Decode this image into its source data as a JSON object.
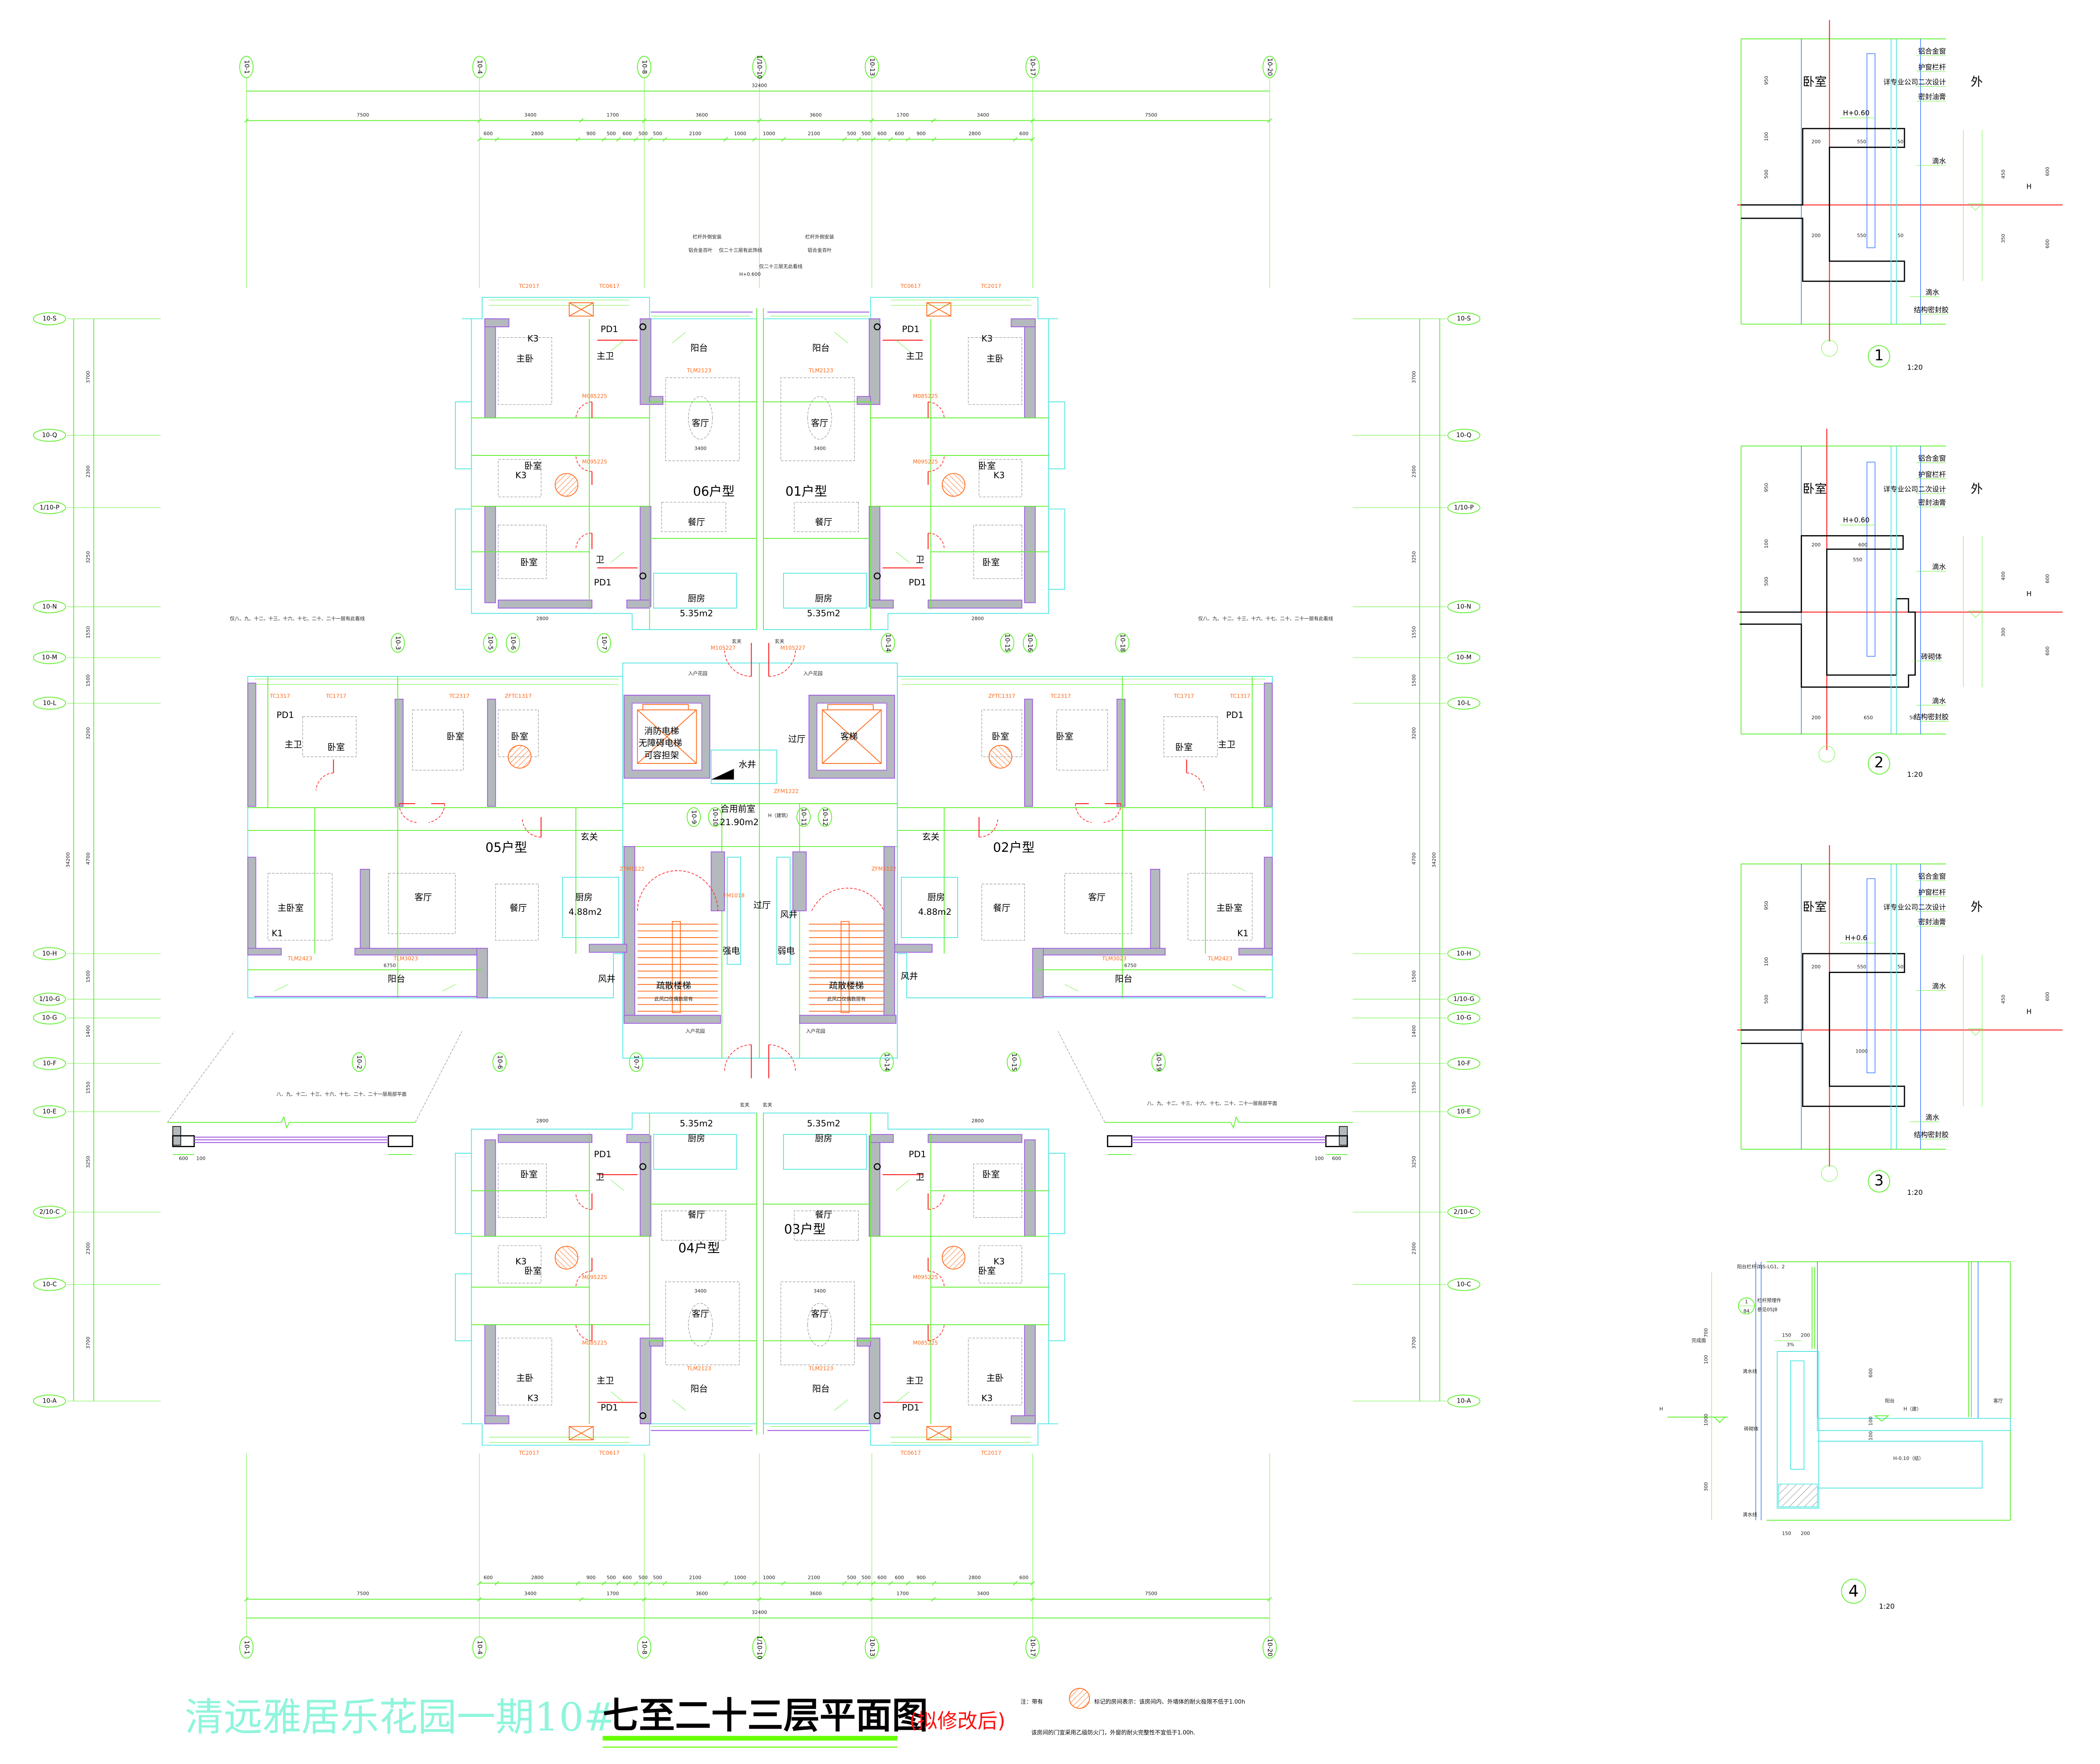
{
  "title": {
    "project": "清远雅居乐花园一期10#",
    "drawing": "七至二十三层平面图",
    "status": "(拟修改后)"
  },
  "notes": {
    "prefix": "注：带有",
    "line1": "标记的房间表示：该房间内、外墙体的耐火极限不低于1.00h",
    "line2": "该房间的门宜采用乙级防火门，外窗的耐火完整性不宜低于1.00h."
  },
  "axes": {
    "top": [
      "10-1",
      "10-4",
      "10-8",
      "1/10-10",
      "10-13",
      "10-17",
      "10-20"
    ],
    "left": [
      "10-S",
      "10-Q",
      "1/10-P",
      "10-N",
      "10-M",
      "10-L",
      "10-H",
      "1/10-G",
      "10-G",
      "10-F",
      "10-E",
      "2/10-C",
      "10-C",
      "10-A"
    ],
    "plan_upper": [
      "10-3",
      "10-5",
      "10-6",
      "10-7",
      "10-14",
      "10-15",
      "10-16",
      "10-18"
    ],
    "plan_lower": [
      "10-2",
      "10-6",
      "10-7",
      "10-14",
      "10-15",
      "10-19"
    ],
    "lobby": [
      "10-9",
      "10-10",
      "10-11",
      "10-12"
    ]
  },
  "dimensions": {
    "overall_horizontal": "32400",
    "bays": [
      "7500",
      "3400",
      "1700",
      "3600",
      "3600",
      "1700",
      "3400",
      "7500"
    ],
    "sub": [
      "600",
      "2800",
      "900",
      "500",
      "600",
      "500",
      "500",
      "2100",
      "1000",
      "1000",
      "2100",
      "500",
      "500",
      "600",
      "600",
      "900",
      "2800",
      "600"
    ],
    "overall_vertical": "34200",
    "vertical": [
      "3700",
      "2300",
      "3250",
      "1550",
      "1500",
      "3200",
      "4700",
      "1500",
      "1400",
      "1550",
      "3250",
      "2300",
      "3700"
    ]
  },
  "units": {
    "u06": {
      "label": "06户型",
      "rooms": [
        "主卧",
        "主卫",
        "PD1",
        "阳台",
        "TLM2123",
        "客厅",
        "卧室",
        "卧室",
        "卫",
        "PD1",
        "餐厅",
        "厨房",
        "5.35m2",
        "TC2017",
        "TC0617",
        "M085225",
        "M095225",
        "K3",
        "K3",
        "3400",
        "2800"
      ]
    },
    "u01": {
      "label": "01户型",
      "rooms": [
        "主卧",
        "主卫",
        "PD1",
        "阳台",
        "TLM2123",
        "客厅",
        "卧室",
        "卧室",
        "卫",
        "PD1",
        "餐厅",
        "厨房",
        "5.35m2",
        "TC2017",
        "TC0617",
        "M085225",
        "M095225",
        "K3",
        "K3",
        "3400",
        "2800"
      ]
    },
    "u04": {
      "label": "04户型",
      "rooms": [
        "主卧",
        "主卫",
        "PD1",
        "阳台",
        "TLM2123",
        "客厅",
        "卧室",
        "卧室",
        "卫",
        "PD1",
        "餐厅",
        "厨房",
        "5.35m2",
        "TC2017",
        "TC0617",
        "M085225",
        "M095225",
        "K3",
        "K3",
        "3400",
        "2800"
      ]
    },
    "u03": {
      "label": "03户型",
      "rooms": [
        "主卧",
        "主卫",
        "PD1",
        "阳台",
        "TLM2123",
        "客厅",
        "卧室",
        "卧室",
        "卫",
        "PD1",
        "餐厅",
        "厨房",
        "5.35m2",
        "TC2017",
        "TC0617",
        "M085225",
        "M095225",
        "K3",
        "K3",
        "3400",
        "2800"
      ]
    },
    "u05": {
      "label": "05户型",
      "rooms": [
        "主卧室",
        "主卫",
        "PD1",
        "卧室",
        "卧室",
        "卧室",
        "客厅",
        "餐厅",
        "玄关",
        "厨房",
        "4.88m2",
        "阳台",
        "TC1317",
        "TC1717",
        "TC2317",
        "ZFTC1317",
        "TLM2423",
        "TLM3023",
        "K1",
        "6750"
      ]
    },
    "u02": {
      "label": "02户型",
      "rooms": [
        "主卧室",
        "主卫",
        "PD1",
        "卧室",
        "卧室",
        "卧室",
        "客厅",
        "餐厅",
        "玄关",
        "厨房",
        "4.88m2",
        "阳台",
        "TC1317",
        "TC1717",
        "TC2317",
        "ZFTC1317",
        "TLM2423",
        "TLM3023",
        "K1",
        "6750"
      ]
    }
  },
  "core": {
    "fire_elevator": [
      "消防电梯",
      "无障碍电梯",
      "可容担架"
    ],
    "passenger_elevator": "客梯",
    "lobby": "合用前室",
    "lobby_area": "21.90m2",
    "water_shaft": "水井",
    "hall": [
      "过厅",
      "过厅"
    ],
    "strong_power": "强电",
    "weak_power": "弱电",
    "stairs": [
      "疏散楼梯",
      "疏散楼梯"
    ],
    "vent_note": [
      "此风口仅偶数层有",
      "此风口仅偶数层有"
    ],
    "shafts": [
      "风井",
      "风井",
      "风井"
    ],
    "gardens": [
      "入户花园",
      "入户花园",
      "入户花园",
      "入户花园"
    ],
    "foyers": [
      "玄关",
      "玄关",
      "玄关",
      "玄关"
    ],
    "elevation": "H（建筑）",
    "doors": [
      "ZFM1222",
      "M105227",
      "M105227",
      "ZFM1122",
      "ZFM1122",
      "FM1018"
    ]
  },
  "callouts": {
    "railing_top": [
      "栏杆外侧安装",
      "铝合金百叶",
      "仅二十三层有此饰线",
      "栏杆外侧安装",
      "铝合金百叶",
      "仅二十三层无此看线",
      "H+0.600"
    ],
    "sight_line_note": [
      "仅八、九、十二、十三、十六、十七、二十、二十一层有此看线",
      "仅八、九、十二、十三、十六、十七、二十、二十一层有此看线"
    ],
    "partial_plan": [
      "八、九、十二、十三、十六、十七、二十、二十一层局部平面",
      "八、九、十二、十三、十六、十七、二十、二十一层局部平面"
    ],
    "partial_dims": [
      "600",
      "100",
      "600",
      "100"
    ]
  },
  "details": [
    {
      "number": "1",
      "scale": "1:20",
      "room": "卧室",
      "outside": "外",
      "level": "H+0.60",
      "datum": "H",
      "labels": [
        "铝合金窗",
        "护窗栏杆",
        "详专业公司二次设计",
        "密封油膏",
        "滴水",
        "滴水",
        "结构密封胶"
      ],
      "dims": [
        "950",
        "100",
        "500",
        "200",
        "550",
        "50",
        "200",
        "550",
        "50",
        "450",
        "600",
        "350",
        "600"
      ]
    },
    {
      "number": "2",
      "scale": "1:20",
      "room": "卧室",
      "outside": "外",
      "level": "H+0.60",
      "datum": "H",
      "labels": [
        "铝合金窗",
        "护窗栏杆",
        "详专业公司二次设计",
        "密封油膏",
        "滴水",
        "砖砌体",
        "滴水",
        "结构密封胶"
      ],
      "dims": [
        "950",
        "100",
        "500",
        "200",
        "600",
        "550",
        "200",
        "650",
        "50",
        "400",
        "600",
        "300",
        "600"
      ]
    },
    {
      "number": "3",
      "scale": "1:20",
      "room": "卧室",
      "outside": "外",
      "level": "H+0.6",
      "datum": "H",
      "labels": [
        "铝合金窗",
        "护窗栏杆",
        "详专业公司二次设计",
        "密封油膏",
        "滴水",
        "滴水",
        "结构密封胶"
      ],
      "dims": [
        "950",
        "100",
        "500",
        "200",
        "550",
        "50",
        "1000",
        "450",
        "600"
      ]
    },
    {
      "number": "4",
      "scale": "1:20",
      "railing": "阳台栏杆详JS-LG1、2",
      "embed": "栏杆预埋件",
      "reference": "参见05J8",
      "ref_bubble": [
        "1",
        "84"
      ],
      "finish": "完成面",
      "drip": [
        "滴水线",
        "滴水线"
      ],
      "brick": "砖砌体",
      "balcony": "阳台",
      "living": "客厅",
      "level_arch": "H（建）",
      "level_struct": "H-0.10（结）",
      "datum": "H",
      "slope": "3%",
      "dims": [
        "700",
        "100",
        "1000",
        "300",
        "150",
        "200",
        "150",
        "200",
        "600",
        "100",
        "100"
      ]
    }
  ]
}
